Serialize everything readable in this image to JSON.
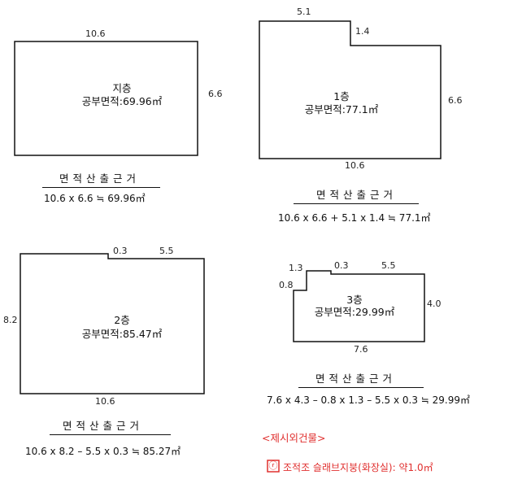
{
  "basement": {
    "width_label": "10.6",
    "height_label": "6.6",
    "name": "지층",
    "area": "공부면적:69.96㎡",
    "calc_header": "면적산출근거",
    "formula": "10.6 x 6.6 ≒ 69.96㎡"
  },
  "floor1": {
    "top_label": "5.1",
    "step_label": "1.4",
    "height_label": "6.6",
    "bottom_label": "10.6",
    "name": "1층",
    "area": "공부면적:77.1㎡",
    "calc_header": "면적산출근거",
    "formula": "10.6 x 6.6 + 5.1 x 1.4 ≒ 77.1㎡"
  },
  "floor2": {
    "notch_label": "0.3",
    "top_label": "5.5",
    "height_label": "8.2",
    "bottom_label": "10.6",
    "name": "2층",
    "area": "공부면적:85.47㎡",
    "calc_header": "면적산출근거",
    "formula": "10.6 x 8.2 – 5.5 x 0.3 ≒ 85.27㎡"
  },
  "floor3": {
    "left_top_label": "1.3",
    "notch_label": "0.3",
    "top_label": "5.5",
    "left_label": "0.8",
    "height_label": "4.0",
    "bottom_label": "7.6",
    "name": "3층",
    "area": "공부면적:29.99㎡",
    "calc_header": "면적산출근거",
    "formula": "7.6 x 4.3 – 0.8 x 1.3 – 5.5 x 0.3 ≒ 29.99㎡"
  },
  "excluded": {
    "title": "<제시외건물>",
    "marker": "ⓡ",
    "description": "조적조 슬래브지붕(화장실): 약1.0㎡"
  },
  "colors": {
    "line": "#111111",
    "accent": "#e0302f"
  }
}
